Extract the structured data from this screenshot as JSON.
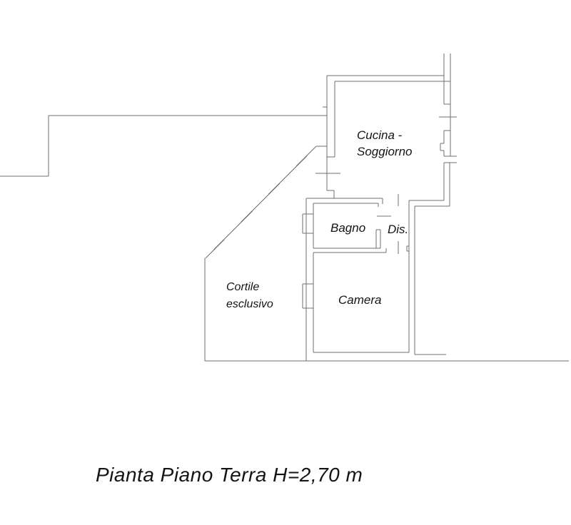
{
  "plan": {
    "caption": "Pianta Piano Terra H=2,70 m",
    "rooms": {
      "cucina_soggiorno": {
        "line1": "Cucina -",
        "line2": "Soggiorno"
      },
      "bagno": "Bagno",
      "dis": "Dis.",
      "camera": "Camera",
      "cortile": {
        "line1": "Cortile",
        "line2": "esclusivo"
      }
    },
    "colors": {
      "wall_line": "#6f6f6f",
      "text": "#141414",
      "background": "#ffffff"
    }
  }
}
